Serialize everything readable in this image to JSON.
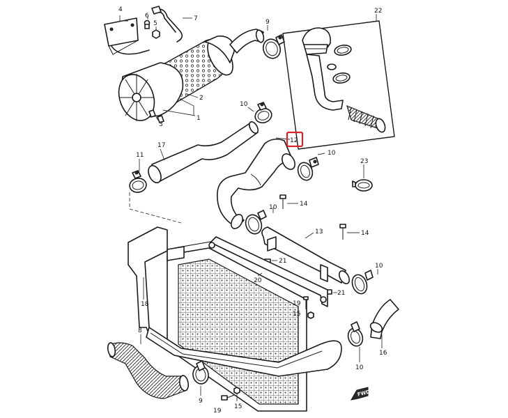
{
  "highlight": {
    "part": "12",
    "color": "#d9262b"
  },
  "callouts": [
    {
      "id": "c4",
      "text": "4"
    },
    {
      "id": "c6",
      "text": "6"
    },
    {
      "id": "c5",
      "text": "5"
    },
    {
      "id": "c7",
      "text": "7"
    },
    {
      "id": "c9a",
      "text": "9"
    },
    {
      "id": "c2",
      "text": "2"
    },
    {
      "id": "c3",
      "text": "3"
    },
    {
      "id": "c1",
      "text": "1"
    },
    {
      "id": "c22",
      "text": "22"
    },
    {
      "id": "c10a",
      "text": "10"
    },
    {
      "id": "c12",
      "text": "12"
    },
    {
      "id": "c11",
      "text": "11"
    },
    {
      "id": "c17",
      "text": "17"
    },
    {
      "id": "c10b",
      "text": "10"
    },
    {
      "id": "c23",
      "text": "23"
    },
    {
      "id": "c14a",
      "text": "14"
    },
    {
      "id": "c10c",
      "text": "10"
    },
    {
      "id": "c13",
      "text": "13"
    },
    {
      "id": "c14b",
      "text": "14"
    },
    {
      "id": "c21a",
      "text": "21"
    },
    {
      "id": "c10d",
      "text": "10"
    },
    {
      "id": "c20",
      "text": "20"
    },
    {
      "id": "c21b",
      "text": "21"
    },
    {
      "id": "c18",
      "text": "18"
    },
    {
      "id": "c19a",
      "text": "19"
    },
    {
      "id": "c15a",
      "text": "15"
    },
    {
      "id": "c8",
      "text": "8"
    },
    {
      "id": "c10e",
      "text": "10"
    },
    {
      "id": "c16",
      "text": "16"
    },
    {
      "id": "c9b",
      "text": "9"
    },
    {
      "id": "c19b",
      "text": "19"
    },
    {
      "id": "c15b",
      "text": "15"
    }
  ],
  "direction_marker": {
    "text": "FWD",
    "icon": "arrow-left-down-icon"
  }
}
